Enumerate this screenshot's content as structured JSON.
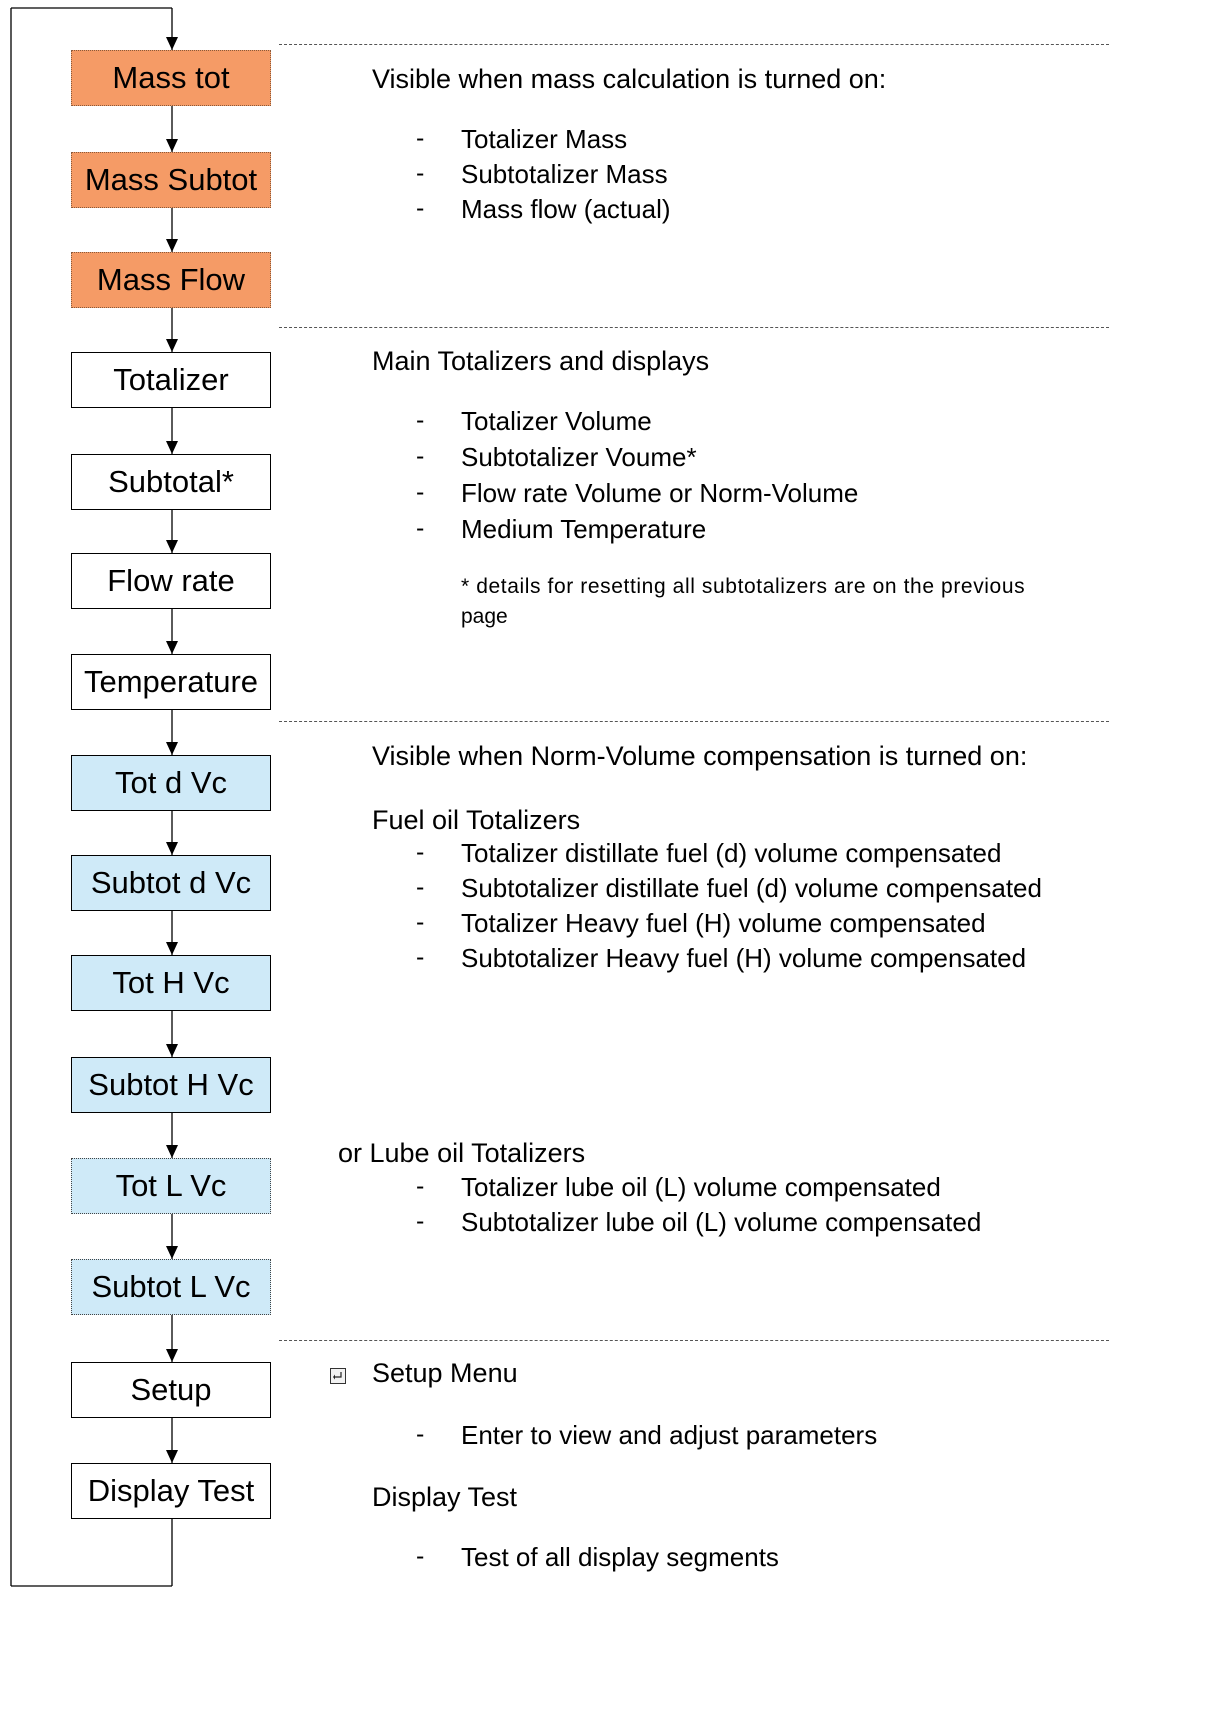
{
  "flow_boxes": [
    {
      "label": "Mass tot",
      "style": "mass"
    },
    {
      "label": "Mass Subtot",
      "style": "mass"
    },
    {
      "label": "Mass Flow",
      "style": "mass"
    },
    {
      "label": "Totalizer",
      "style": "plain"
    },
    {
      "label": "Subtotal*",
      "style": "plain"
    },
    {
      "label": "Flow rate",
      "style": "plain"
    },
    {
      "label": "Temperature",
      "style": "plain"
    },
    {
      "label": "Tot d Vc",
      "style": "blue"
    },
    {
      "label": "Subtot d Vc",
      "style": "blue"
    },
    {
      "label": "Tot H Vc",
      "style": "blue"
    },
    {
      "label": "Subtot H Vc",
      "style": "blue"
    },
    {
      "label": "Tot L Vc",
      "style": "blue-dot"
    },
    {
      "label": "Subtot L Vc",
      "style": "blue-dot"
    },
    {
      "label": "Setup",
      "style": "plain"
    },
    {
      "label": "Display Test",
      "style": "plain"
    }
  ],
  "mass_section": {
    "heading": "Visible when mass calculation is turned on:",
    "items": [
      "Totalizer Mass",
      "Subtotalizer Mass",
      "Mass flow (actual)"
    ]
  },
  "main_section": {
    "heading": "Main Totalizers and displays",
    "items": [
      "Totalizer Volume",
      "Subtotalizer Voume*",
      "Flow rate Volume or Norm-Volume",
      "Medium Temperature"
    ],
    "note_line1": "* details for resetting all subtotalizers are on the previous",
    "note_line2": "page"
  },
  "norm_section": {
    "heading": "Visible when Norm-Volume compensation is turned on:",
    "fuel_heading": "Fuel oil Totalizers",
    "fuel_items": [
      "Totalizer distillate fuel (d) volume compensated",
      "Subtotalizer distillate fuel (d) volume compensated",
      "Totalizer Heavy fuel (H) volume compensated",
      "Subtotalizer Heavy fuel (H) volume compensated"
    ],
    "lube_heading": "or Lube oil Totalizers",
    "lube_items": [
      "Totalizer lube oil (L) volume compensated",
      "Subtotalizer lube oil (L) volume compensated"
    ]
  },
  "setup_section": {
    "icon": "enter-key-icon",
    "heading": "Setup Menu",
    "items": [
      "Enter to view and adjust parameters"
    ],
    "test_heading": "Display Test",
    "test_items": [
      "Test of all display segments"
    ]
  },
  "bullet": "-",
  "colors": {
    "mass": "#f59b66",
    "blue": "#cfeaf8",
    "plain": "#ffffff"
  }
}
